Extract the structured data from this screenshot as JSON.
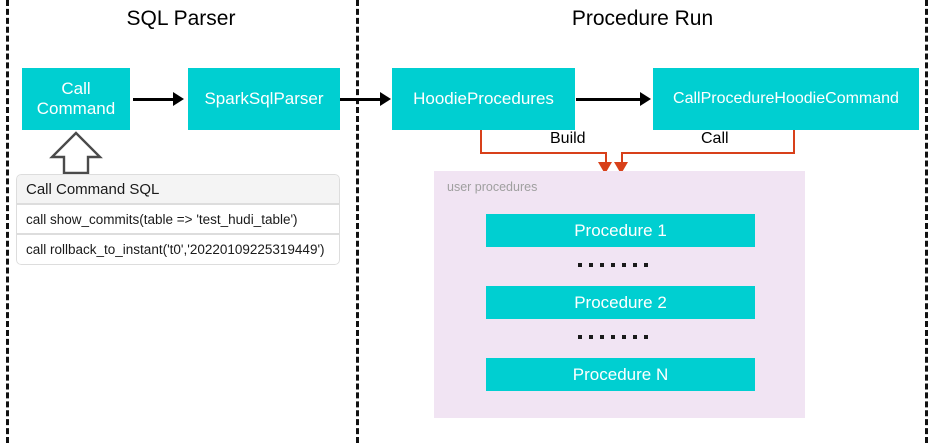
{
  "diagram": {
    "sections": [
      {
        "title": "SQL Parser"
      },
      {
        "title": "Procedure Run"
      }
    ],
    "nodes": {
      "call_command": "Call\nCommand",
      "spark_sql_parser": "SparkSqlParser",
      "hoodie_procedures": "HoodieProcedures",
      "call_procedure_hoodie_command": "CallProcedureHoodieCommand"
    },
    "edge_labels": {
      "build": "Build",
      "call": "Call"
    },
    "sql_table": {
      "header": "Call Command SQL",
      "rows": [
        "call show_commits(table => 'test_hudi_table')",
        "call rollback_to_instant('t0','20220109225319449')"
      ]
    },
    "procedures_panel": {
      "label": "user procedures",
      "items": [
        "Procedure 1",
        "Procedure 2",
        "Procedure N"
      ]
    },
    "colors": {
      "node_teal": "#00CFD1",
      "panel_pink": "#F1E4F3",
      "connector_orange": "#D8401A",
      "divider_black": "#111111",
      "label_gray": "#9F9F9F"
    }
  }
}
